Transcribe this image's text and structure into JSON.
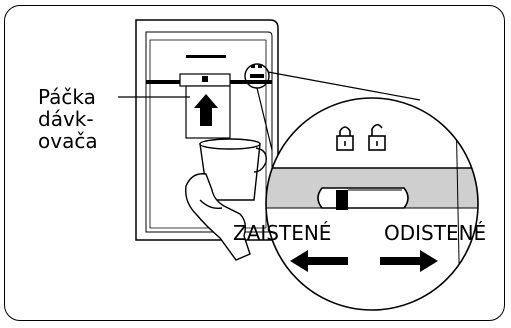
{
  "labels": {
    "lever_line1": "Páčka",
    "lever_line2": "dávk-",
    "lever_line3": "ovača",
    "locked": "ZAISTENÉ",
    "unlocked": "ODISTENÉ"
  },
  "colors": {
    "stroke": "#000000",
    "panel_shade": "#cfcfcf",
    "background": "#ffffff"
  },
  "icons": {
    "locked": "padlock-closed-icon",
    "unlocked": "padlock-open-icon",
    "up": "arrow-up-icon",
    "left": "arrow-left-icon",
    "right": "arrow-right-icon"
  }
}
